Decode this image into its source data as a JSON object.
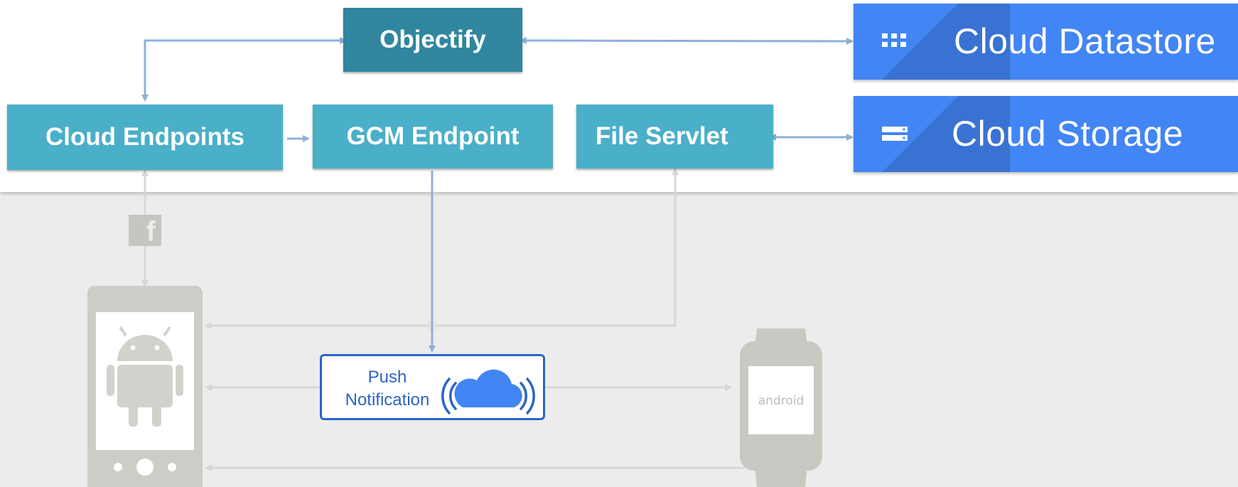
{
  "boxes": {
    "objectify": "Objectify",
    "cloud_endpoints": "Cloud Endpoints",
    "gcm_endpoint": "GCM Endpoint",
    "file_servlet": "File Servlet"
  },
  "services": {
    "datastore": {
      "label": "Cloud Datastore",
      "icon": "datastore-grid-icon"
    },
    "storage": {
      "label": "Cloud Storage",
      "icon": "storage-drive-icon"
    }
  },
  "push_notification": {
    "line1": "Push",
    "line2": "Notification",
    "icon": "cloud-broadcast-icon"
  },
  "facebook": {
    "glyph": "f",
    "icon": "facebook-icon"
  },
  "watch": {
    "screen_text": "android"
  },
  "colors": {
    "teal": "#4aafc8",
    "dark_teal": "#2f869e",
    "google_blue": "#4285f4",
    "connector": "#8fb0d8",
    "faded": "#d8d8d8",
    "push_border": "#2a65c7"
  }
}
